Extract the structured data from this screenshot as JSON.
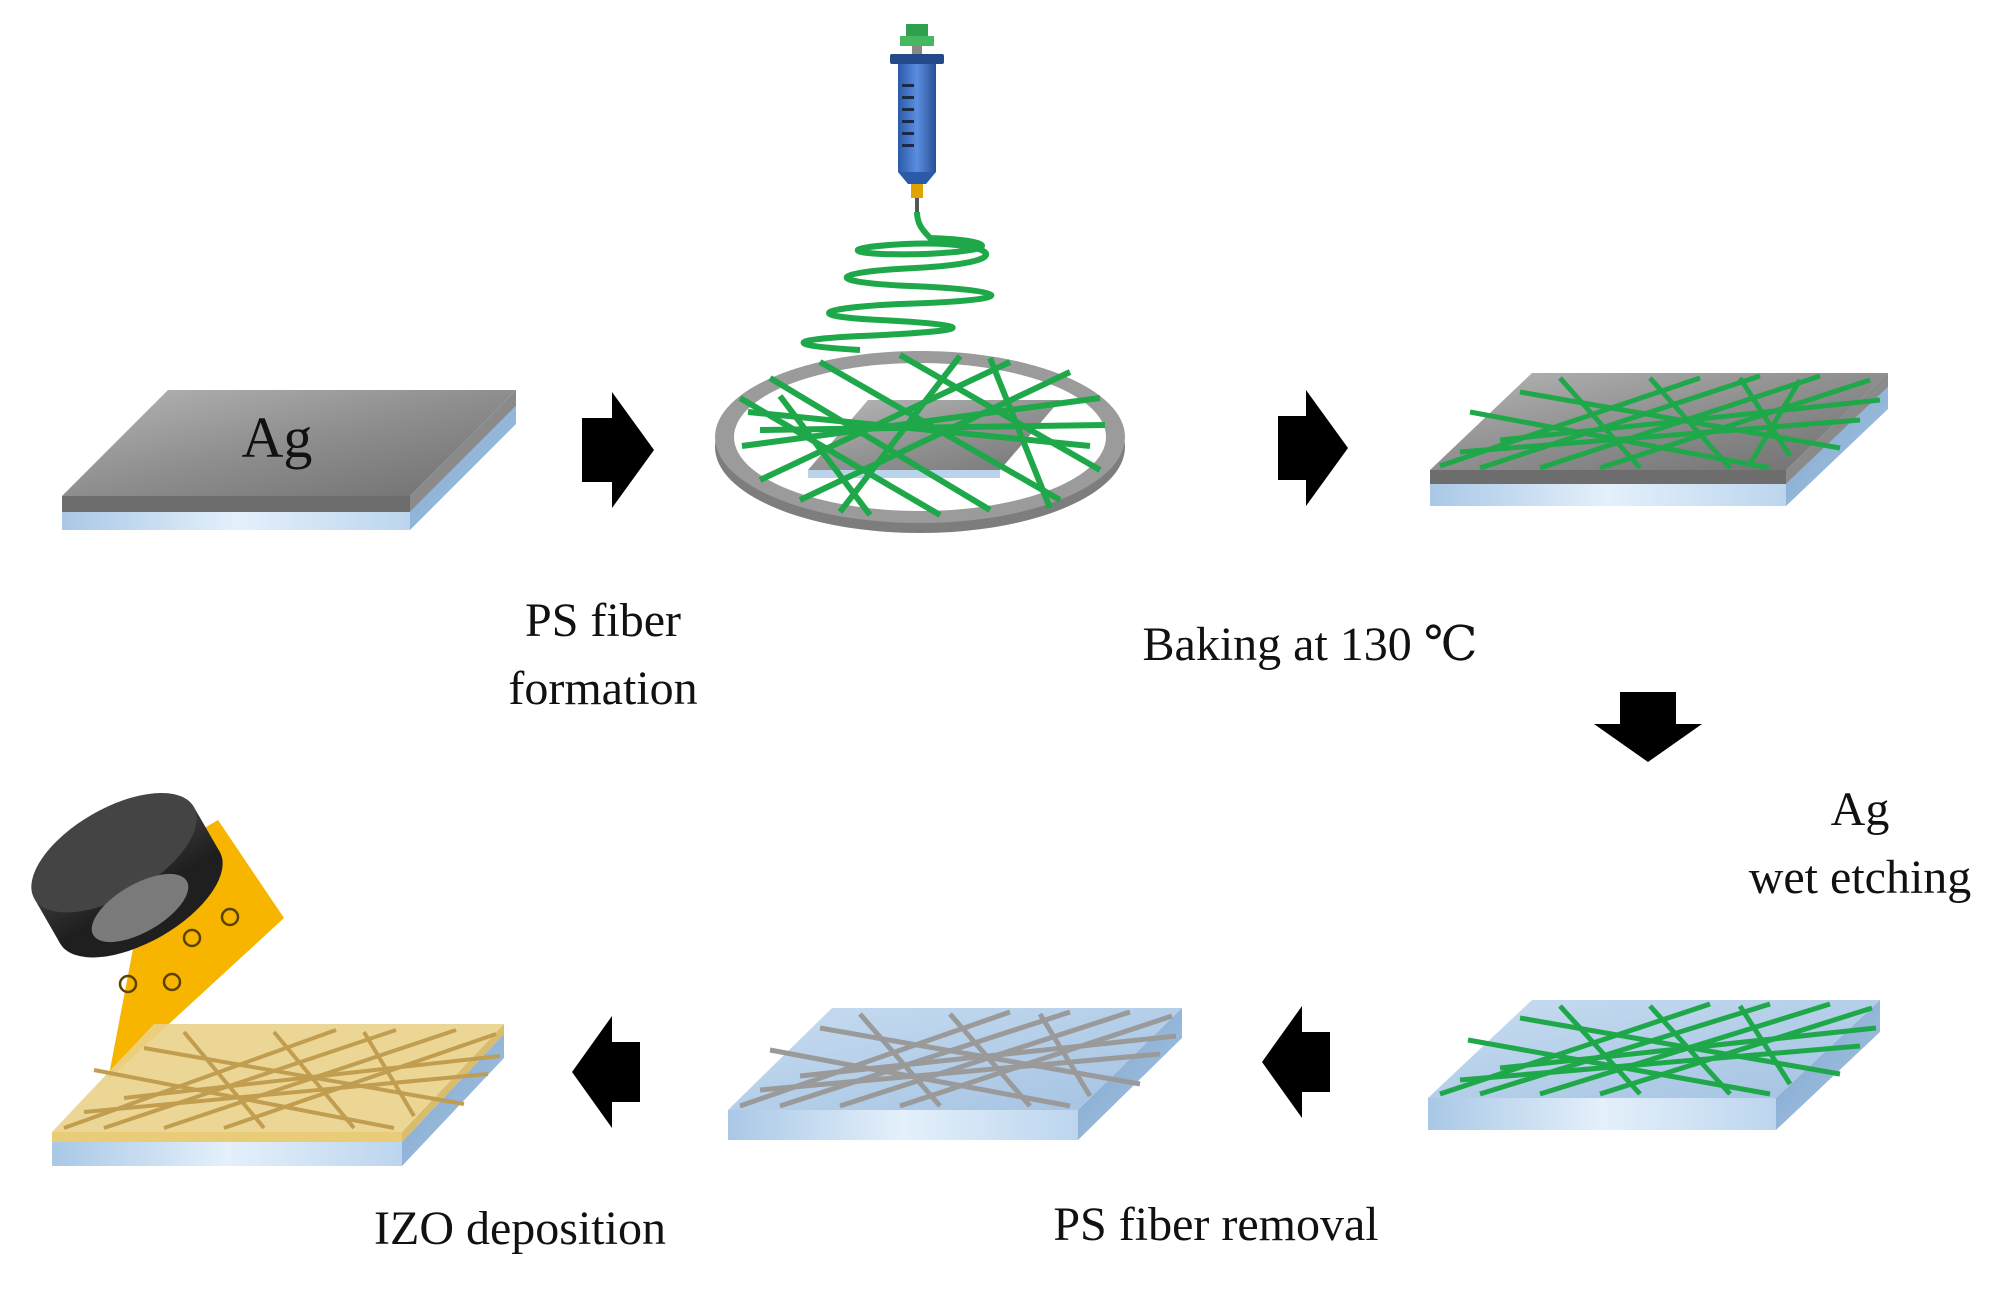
{
  "steps": {
    "ag_label": "Ag",
    "ps_fiber_formation": [
      "PS fiber",
      "formation"
    ],
    "baking": "Baking at 130 ℃",
    "wet_etching": [
      "Ag",
      "wet etching"
    ],
    "ps_fiber_removal": "PS fiber removal",
    "izo_deposition": "IZO deposition"
  },
  "colors": {
    "silver_top": "#8c8c8c",
    "glass_side": "#cfe2f2",
    "glass_top": "#b8d3ea",
    "fiber_green": "#1fa84a",
    "fiber_gray": "#9a9a9a",
    "fiber_tan": "#c9a75a",
    "izo_yellow": "#f0d98a",
    "plume_orange": "#f7b500",
    "ring_gray": "#8a8a8a",
    "arrow": "#000000",
    "syringe_blue": "#3a6fc4",
    "syringe_tip_green": "#2fa04d"
  },
  "icons": [
    "syringe-icon",
    "sputter-target-icon",
    "arrow-right-icon",
    "arrow-down-icon",
    "arrow-left-icon"
  ]
}
